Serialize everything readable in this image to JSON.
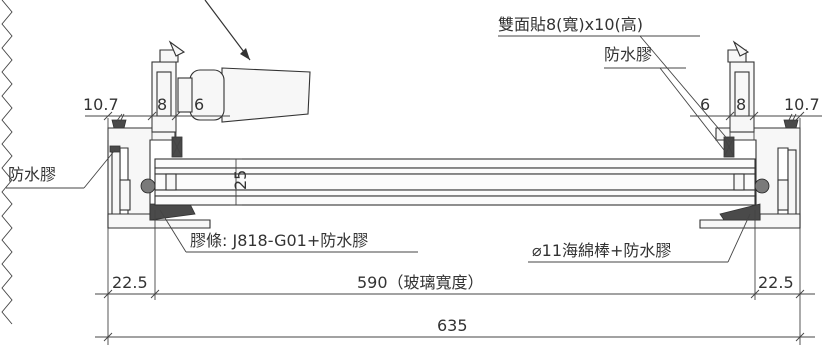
{
  "dimensions": {
    "left_edge": "10.7",
    "left_inner_a": "8",
    "left_inner_b": "6",
    "right_inner_a": "6",
    "right_inner_b": "8",
    "right_edge": "10.7",
    "glass_thickness": "25",
    "left_offset": "22.5",
    "right_offset": "22.5",
    "glass_width": "590（玻璃寬度）",
    "overall_width": "635"
  },
  "labels": {
    "double_tape": "雙面貼8(寬)x10(高)",
    "waterproof_right": "防水膠",
    "waterproof_left": "防水膠",
    "gasket": "膠條: J818-G01+防水膠",
    "foam_rod": "⌀11海綿棒+防水膠"
  },
  "colors": {
    "line": "#333333",
    "sealant": "#4a4a4a",
    "paper": "#ffffff"
  }
}
